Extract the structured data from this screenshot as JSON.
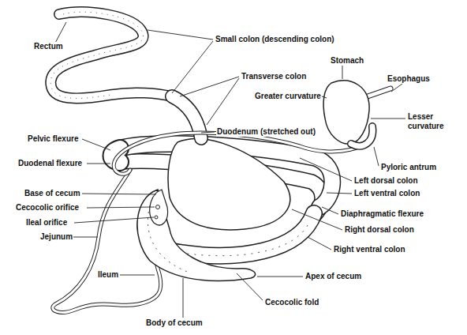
{
  "diagram": {
    "labels": [
      "Rectum",
      "Small colon (descending colon)",
      "Transverse colon",
      "Stomach",
      "Esophagus",
      "Greater curvature",
      "Lesser curvature",
      "Duodenum (stretched out)",
      "Pelvic flexure",
      "Duodenal flexure",
      "Pyloric antrum",
      "Left dorsal colon",
      "Left ventral colon",
      "Base of cecum",
      "Cecocolic orifice",
      "Ileal orifice",
      "Jejunum",
      "Diaphragmatic flexure",
      "Right dorsal colon",
      "Right ventral colon",
      "Ileum",
      "Apex of cecum",
      "Body of cecum",
      "Cecocolic fold"
    ]
  }
}
